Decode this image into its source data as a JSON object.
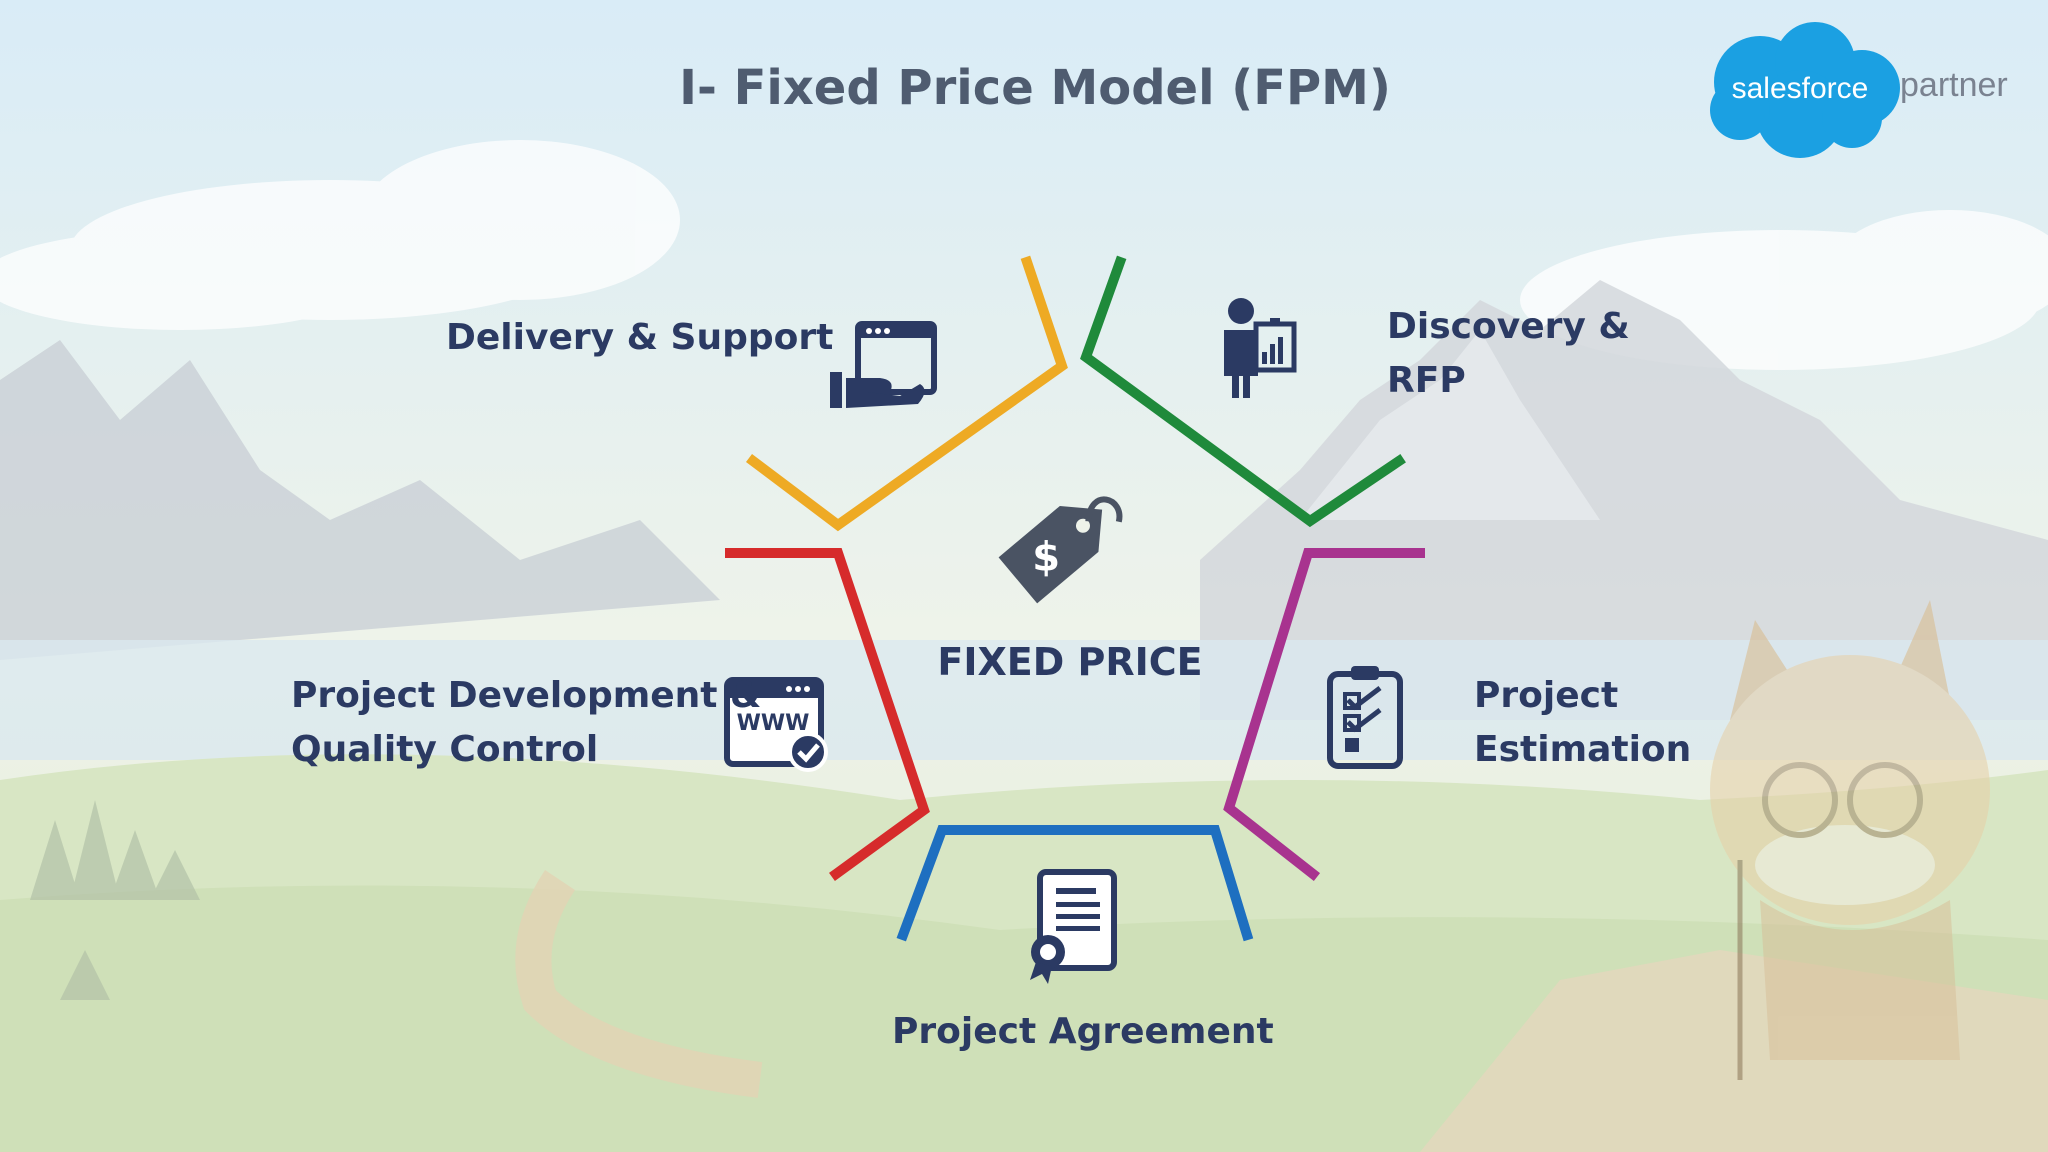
{
  "title": "I- Fixed Price Model (FPM)",
  "logo": {
    "brand": "salesforce",
    "suffix": "partner",
    "color": "#1ba0e2"
  },
  "center": {
    "label": "FIXED PRICE",
    "icon": "price-tag-dollar-icon"
  },
  "stages": [
    {
      "id": "discovery",
      "line1": "Discovery &",
      "line2": "RFP",
      "icon": "presenter-chart-icon",
      "color": "#1f8a3b"
    },
    {
      "id": "estimation",
      "line1": "Project",
      "line2": "Estimation",
      "icon": "checklist-clipboard-icon",
      "color": "#a8338f"
    },
    {
      "id": "agreement",
      "line1": "Project Agreement",
      "line2": "",
      "icon": "certificate-document-icon",
      "color": "#1e6fc0"
    },
    {
      "id": "development",
      "line1": "Project Development &",
      "line2": "Quality Control",
      "icon": "www-check-icon",
      "color": "#d62b2b"
    },
    {
      "id": "delivery",
      "line1": "Delivery & Support",
      "line2": "",
      "icon": "hand-screen-icon",
      "color": "#eeaa24"
    }
  ],
  "icons": {
    "www_text": "WWW"
  }
}
